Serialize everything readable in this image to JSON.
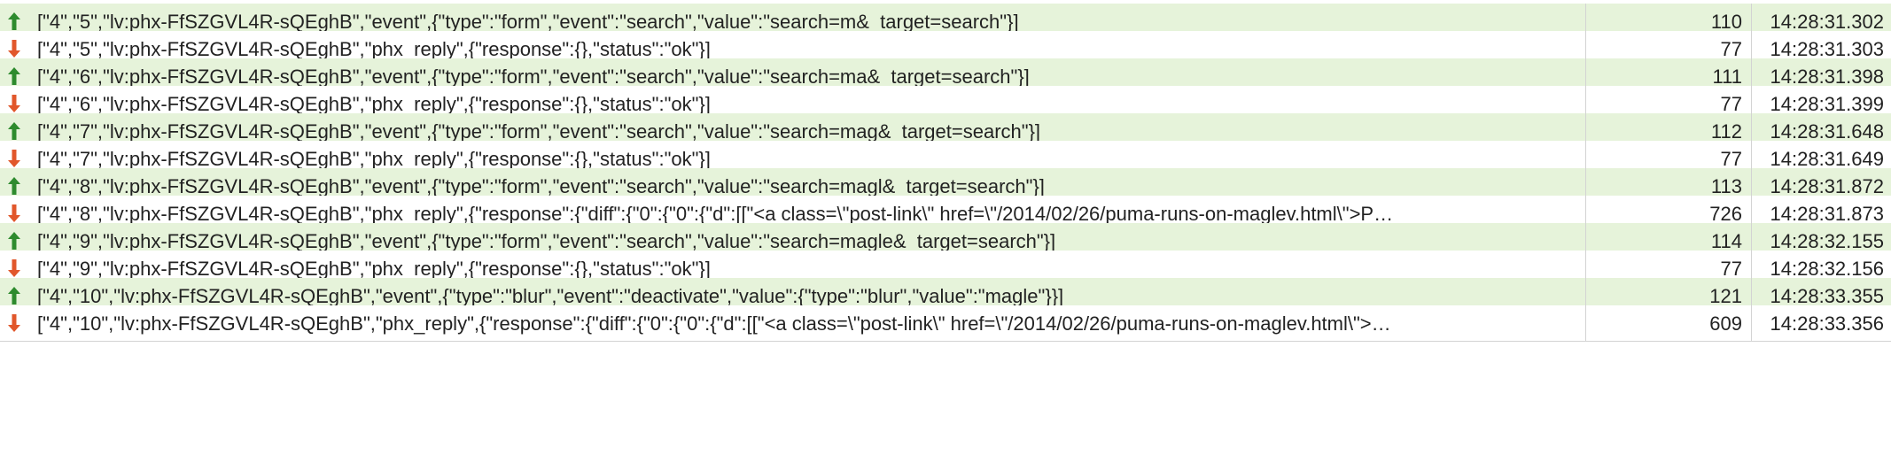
{
  "frames": [
    {
      "direction": "sent",
      "icon": "arrow-up-icon",
      "message": "[\"4\",\"5\",\"lv:phx-FfSZGVL4R-sQEghB\",\"event\",{\"type\":\"form\",\"event\":\"search\",\"value\":\"search=m&_target=search\"}]",
      "size": "110",
      "time": "14:28:31.302"
    },
    {
      "direction": "recv",
      "icon": "arrow-down-icon",
      "message": "[\"4\",\"5\",\"lv:phx-FfSZGVL4R-sQEghB\",\"phx_reply\",{\"response\":{},\"status\":\"ok\"}]",
      "size": "77",
      "time": "14:28:31.303"
    },
    {
      "direction": "sent",
      "icon": "arrow-up-icon",
      "message": "[\"4\",\"6\",\"lv:phx-FfSZGVL4R-sQEghB\",\"event\",{\"type\":\"form\",\"event\":\"search\",\"value\":\"search=ma&_target=search\"}]",
      "size": "111",
      "time": "14:28:31.398"
    },
    {
      "direction": "recv",
      "icon": "arrow-down-icon",
      "message": "[\"4\",\"6\",\"lv:phx-FfSZGVL4R-sQEghB\",\"phx_reply\",{\"response\":{},\"status\":\"ok\"}]",
      "size": "77",
      "time": "14:28:31.399"
    },
    {
      "direction": "sent",
      "icon": "arrow-up-icon",
      "message": "[\"4\",\"7\",\"lv:phx-FfSZGVL4R-sQEghB\",\"event\",{\"type\":\"form\",\"event\":\"search\",\"value\":\"search=mag&_target=search\"}]",
      "size": "112",
      "time": "14:28:31.648"
    },
    {
      "direction": "recv",
      "icon": "arrow-down-icon",
      "message": "[\"4\",\"7\",\"lv:phx-FfSZGVL4R-sQEghB\",\"phx_reply\",{\"response\":{},\"status\":\"ok\"}]",
      "size": "77",
      "time": "14:28:31.649"
    },
    {
      "direction": "sent",
      "icon": "arrow-up-icon",
      "message": "[\"4\",\"8\",\"lv:phx-FfSZGVL4R-sQEghB\",\"event\",{\"type\":\"form\",\"event\":\"search\",\"value\":\"search=magl&_target=search\"}]",
      "size": "113",
      "time": "14:28:31.872"
    },
    {
      "direction": "recv",
      "icon": "arrow-down-icon",
      "message": "[\"4\",\"8\",\"lv:phx-FfSZGVL4R-sQEghB\",\"phx_reply\",{\"response\":{\"diff\":{\"0\":{\"0\":{\"d\":[[\"<a class=\\\"post-link\\\" href=\\\"/2014/02/26/puma-runs-on-maglev.html\\\">P…",
      "size": "726",
      "time": "14:28:31.873"
    },
    {
      "direction": "sent",
      "icon": "arrow-up-icon",
      "message": "[\"4\",\"9\",\"lv:phx-FfSZGVL4R-sQEghB\",\"event\",{\"type\":\"form\",\"event\":\"search\",\"value\":\"search=magle&_target=search\"}]",
      "size": "114",
      "time": "14:28:32.155"
    },
    {
      "direction": "recv",
      "icon": "arrow-down-icon",
      "message": "[\"4\",\"9\",\"lv:phx-FfSZGVL4R-sQEghB\",\"phx_reply\",{\"response\":{},\"status\":\"ok\"}]",
      "size": "77",
      "time": "14:28:32.156"
    },
    {
      "direction": "sent",
      "icon": "arrow-up-icon",
      "message": "[\"4\",\"10\",\"lv:phx-FfSZGVL4R-sQEghB\",\"event\",{\"type\":\"blur\",\"event\":\"deactivate\",\"value\":{\"type\":\"blur\",\"value\":\"magle\"}}]",
      "size": "121",
      "time": "14:28:33.355"
    },
    {
      "direction": "recv",
      "icon": "arrow-down-icon",
      "message": "[\"4\",\"10\",\"lv:phx-FfSZGVL4R-sQEghB\",\"phx_reply\",{\"response\":{\"diff\":{\"0\":{\"0\":{\"d\":[[\"<a class=\\\"post-link\\\" href=\\\"/2014/02/26/puma-runs-on-maglev.html\\\">…",
      "size": "609",
      "time": "14:28:33.356"
    }
  ],
  "colors": {
    "sent_row": "#e6f3da",
    "recv_row": "#ffffff",
    "sent_arrow": "#2e8b2e",
    "recv_arrow": "#e1572b"
  }
}
